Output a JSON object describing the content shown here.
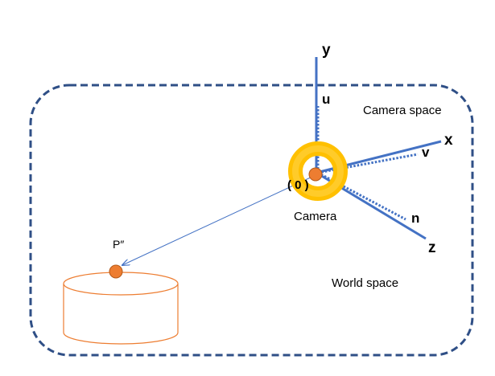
{
  "labels": {
    "camera_space": "Camera space",
    "world_space": "World space",
    "camera": "Camera",
    "origin": "( 0 )",
    "point": "P″"
  },
  "axes": {
    "x": "x",
    "y": "y",
    "z": "z"
  },
  "camera_vectors": {
    "u": "u",
    "v": "v",
    "n": "n"
  },
  "colors": {
    "region_border": "#2f4f86",
    "axis": "#4472c4",
    "ring_outer": "#ffc000",
    "ring_inner": "#ffd44a",
    "point_fill": "#ed7d31",
    "point_stroke": "#b35a1a",
    "cylinder_stroke": "#ed7d31",
    "arrow": "#4472c4"
  }
}
